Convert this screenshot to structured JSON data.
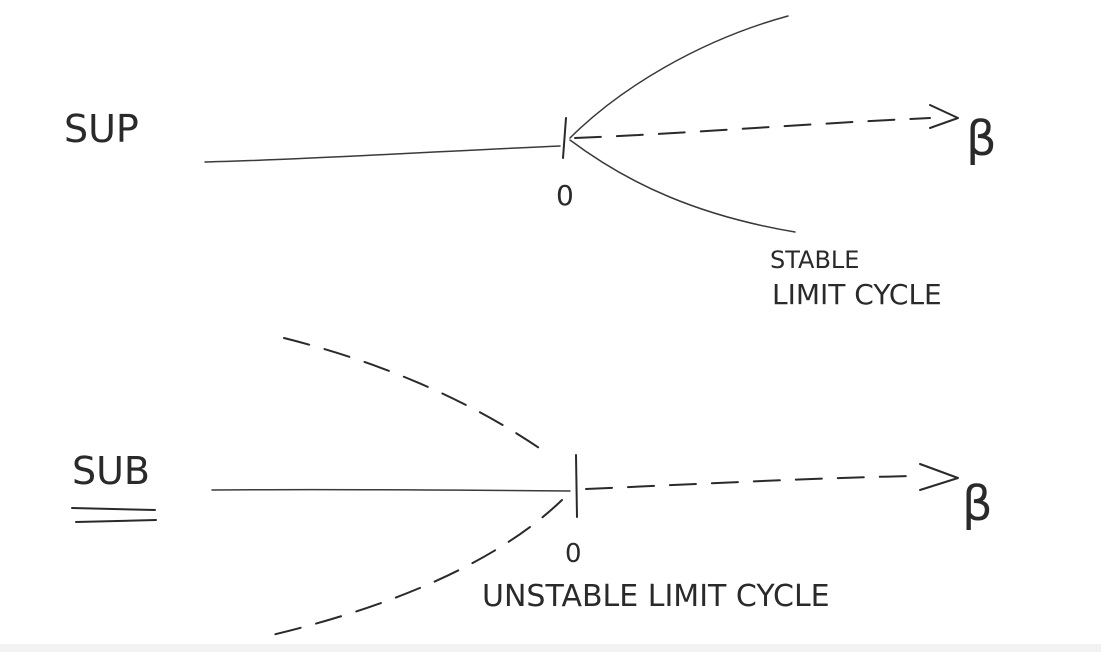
{
  "supercritical": {
    "label": "SUP",
    "origin_label": "0",
    "axis_label": "β",
    "branch_label_line1": "STABLE",
    "branch_label_line2": "LIMIT CYCLE"
  },
  "subcritical": {
    "label": "SUB",
    "origin_label": "0",
    "axis_label": "β",
    "branch_label": "UNSTABLE LIMIT CYCLE"
  },
  "colors": {
    "ink": "#2a2a2a",
    "background": "#ffffff"
  }
}
